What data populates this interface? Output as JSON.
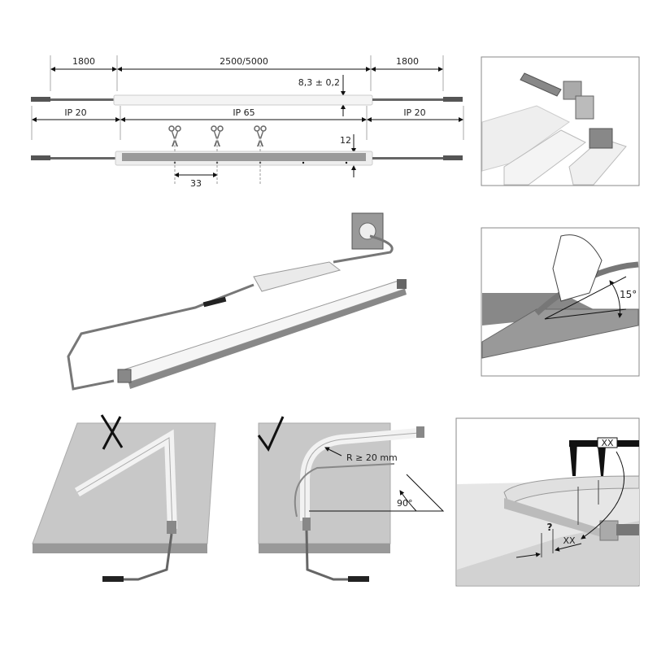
{
  "dimensions": {
    "cable_left": "1800",
    "strip_length": "2500/5000",
    "cable_right": "1800",
    "height": "8,3 ± 0,2",
    "ip_left": "IP 20",
    "ip_middle": "IP 65",
    "ip_right": "IP 20",
    "width": "12",
    "cut_interval": "33"
  },
  "bend_angle": "15°",
  "bend_radius": "R ≥ 20 mm",
  "right_angle": "90°",
  "caliper": {
    "reading": "XX",
    "measure": "XX",
    "unknown": "?"
  },
  "colors": {
    "line": "#222222",
    "strip": "#f2f2f2",
    "cable": "#666666",
    "surface": "#9a9a9a"
  }
}
